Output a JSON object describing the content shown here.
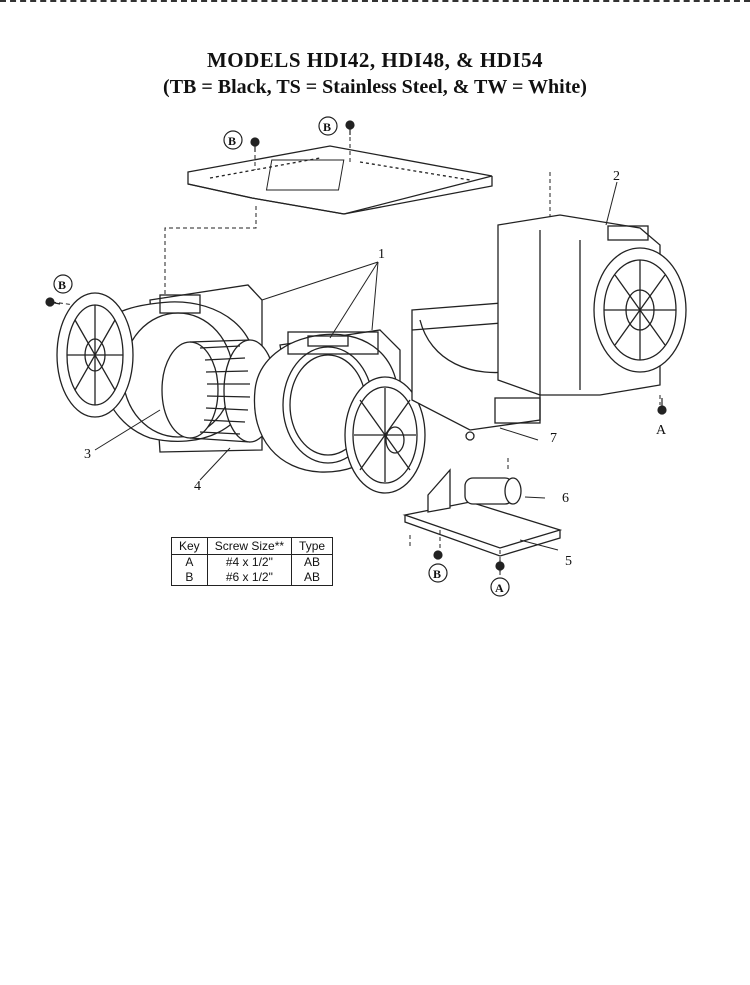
{
  "title": {
    "line1": "MODELS HDI42, HDI48, & HDI54",
    "line2": "(TB = Black, TS = Stainless Steel, & TW = White)"
  },
  "callouts": {
    "part1": "1",
    "part2": "2",
    "part3": "3",
    "part4": "4",
    "part5": "5",
    "part6": "6",
    "part7": "7",
    "screwA": "A",
    "screwB": "B"
  },
  "screw_table": {
    "headers": [
      "Key",
      "Screw Size**",
      "Type"
    ],
    "rows": [
      {
        "key": "A",
        "size": "#4 x 1/2\"",
        "type": "AB"
      },
      {
        "key": "B",
        "size": "#6 x 1/2\"",
        "type": "AB"
      }
    ]
  }
}
